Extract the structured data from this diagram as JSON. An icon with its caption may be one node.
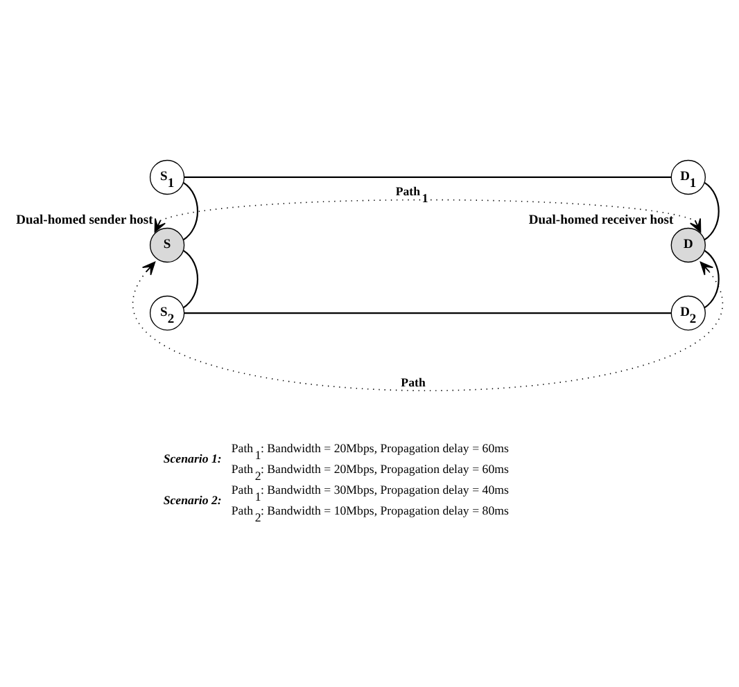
{
  "diagram": {
    "nodes": [
      {
        "text": [
          "S"
        ],
        "beside": [
          "Dual-homed sender host"
        ]
      },
      {
        "text": [
          "S$_{1}$"
        ]
      },
      {
        "text": [
          "D$_{1}$"
        ]
      },
      {
        "text": [
          "S$_{2}$"
        ]
      },
      {
        "text": [
          "D$_{2}$"
        ]
      },
      {
        "text": [
          "D"
        ],
        "beside": [
          "Dual-homed receiver host"
        ]
      }
    ],
    "edges": [
      {
        "from": 0,
        "to": 1,
        "arrow": "none"
      },
      {
        "from": 1,
        "to": 2,
        "arrow": "none"
      },
      {
        "from": 2,
        "to": 5,
        "arrow": "none"
      },
      {
        "from": 0,
        "to": 3,
        "arrow": "none"
      },
      {
        "from": 3,
        "to": 4,
        "arrow": "none"
      },
      {
        "from": 4,
        "to": 5,
        "arrow": "none"
      },
      {
        "from": 0,
        "to": 5,
        "arrow": "both",
        "style": "dashed",
        "label": "Path$_{1}$"
      },
      {
        "from": 0,
        "to": 5,
        "arrow": "both",
        "style": "dashed",
        "label": "Path"
      }
    ],
    "labels": [
      "Scenario 1:",
      "Path$_{1}$: Bandwidth = 20Mbps, Propagation delay = 60ms",
      "Path$_{2}$: Bandwidth = 20Mbps, Propagation delay = 60ms",
      "Scenario 2:",
      "Path$_{1}$: Bandwidth = 30Mbps, Propagation delay = 40ms",
      "Path$_{2}$: Bandwidth = 10Mbps, Propagation delay = 80ms"
    ]
  }
}
